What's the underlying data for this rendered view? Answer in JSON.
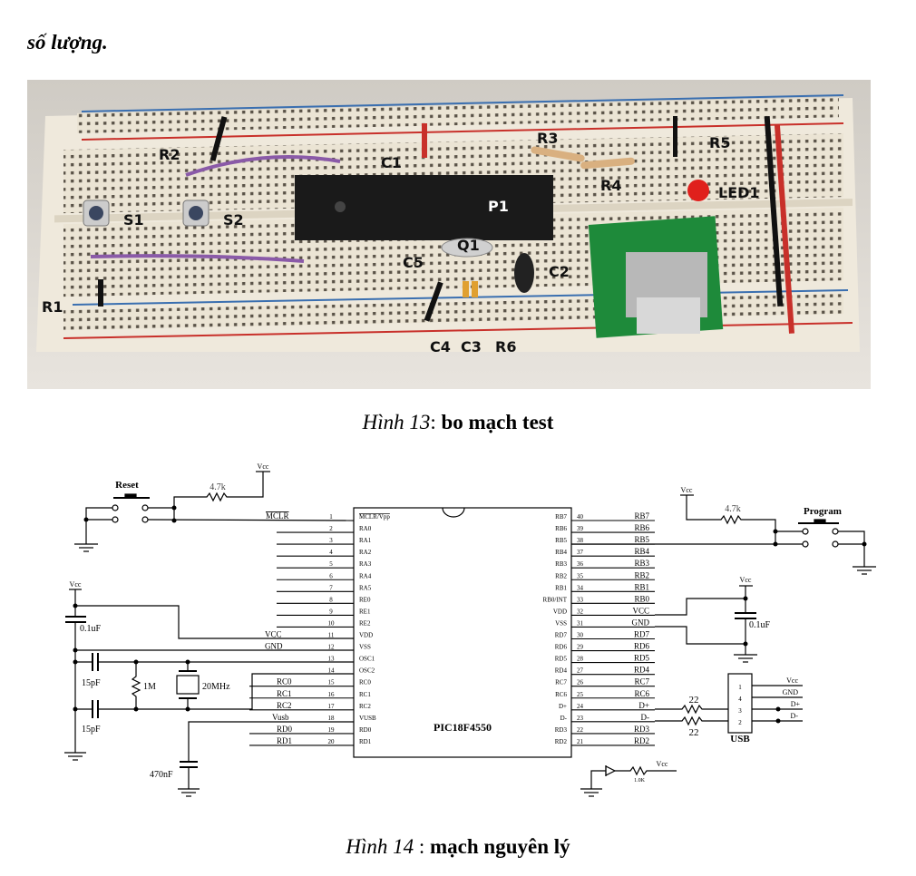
{
  "page": {
    "heading": "số lượng.",
    "figure13": {
      "label": "Hình 13",
      "sep": ": ",
      "title": "bo mạch test"
    },
    "figure14": {
      "label": "Hình 14",
      "sep": " : ",
      "title": "mạch nguyên lý"
    }
  },
  "photo": {
    "labels": [
      "R2",
      "C1",
      "R3",
      "R5",
      "S1",
      "S2",
      "P1",
      "LED1",
      "R4",
      "Q1",
      "C5",
      "C2",
      "R1",
      "C4",
      "C3",
      "R6"
    ],
    "colors": {
      "board": "#ece6d8",
      "rail_red": "#c8302a",
      "rail_blue": "#3a6fb0",
      "chip": "#1a1a1a",
      "pcb": "#1e8a3a",
      "led": "#e0201c"
    }
  },
  "schematic": {
    "chip_name": "PIC18F4550",
    "left_pins": {
      "numbers": [
        "1",
        "2",
        "3",
        "4",
        "5",
        "6",
        "7",
        "8",
        "9",
        "10",
        "11",
        "12",
        "13",
        "14",
        "15",
        "16",
        "17",
        "18",
        "19",
        "20"
      ],
      "names": [
        "MCLR/Vpp",
        "RA0",
        "RA1",
        "RA2",
        "RA3",
        "RA4",
        "RA5",
        "RE0",
        "RE1",
        "RE2",
        "VDD",
        "VSS",
        "OSC1",
        "OSC2",
        "RC0",
        "RC1",
        "RC2",
        "VUSB",
        "RD0",
        "RD1"
      ],
      "nets": [
        "MCLR",
        "",
        "",
        "",
        "",
        "",
        "",
        "",
        "",
        "",
        "VCC",
        "GND",
        "",
        "",
        "RC0",
        "RC1",
        "RC2",
        "Vusb",
        "RD0",
        "RD1"
      ]
    },
    "right_pins": {
      "numbers": [
        "40",
        "39",
        "38",
        "37",
        "36",
        "35",
        "34",
        "33",
        "32",
        "31",
        "30",
        "29",
        "28",
        "27",
        "26",
        "25",
        "24",
        "23",
        "22",
        "21"
      ],
      "names": [
        "RB7",
        "RB6",
        "RB5",
        "RB4",
        "RB3",
        "RB2",
        "RB1",
        "RB0/INT",
        "VDD",
        "VSS",
        "RD7",
        "RD6",
        "RD5",
        "RD4",
        "RC7",
        "RC6",
        "D+",
        "D-",
        "RD3",
        "RD2"
      ],
      "nets": [
        "RB7",
        "RB6",
        "RB5",
        "RB4",
        "RB3",
        "RB2",
        "RB1",
        "RB0",
        "VCC",
        "GND",
        "RD7",
        "RD6",
        "RD5",
        "RD4",
        "RC7",
        "RC6",
        "D+",
        "D-",
        "RD3",
        "RD2"
      ]
    },
    "reset_label": "Reset",
    "program_label": "Program",
    "r_pullup_reset": "4.7k",
    "r_pullup_program": "4.7k",
    "vcc": "Vcc",
    "c_decouple_left": "0.1uF",
    "c_decouple_right": "0.1uF",
    "c_osc1": "15pF",
    "c_osc2": "15pF",
    "r_osc": "1M",
    "crystal": "20MHz",
    "c_vusb": "470nF",
    "r_usb_dp": "22",
    "r_usb_dm": "22",
    "usb_label": "USB",
    "usb_pins": [
      "1",
      "4",
      "3",
      "2"
    ],
    "usb_nets": [
      "Vcc",
      "GND",
      "D+",
      "D-"
    ],
    "r_led": "1.0K"
  }
}
